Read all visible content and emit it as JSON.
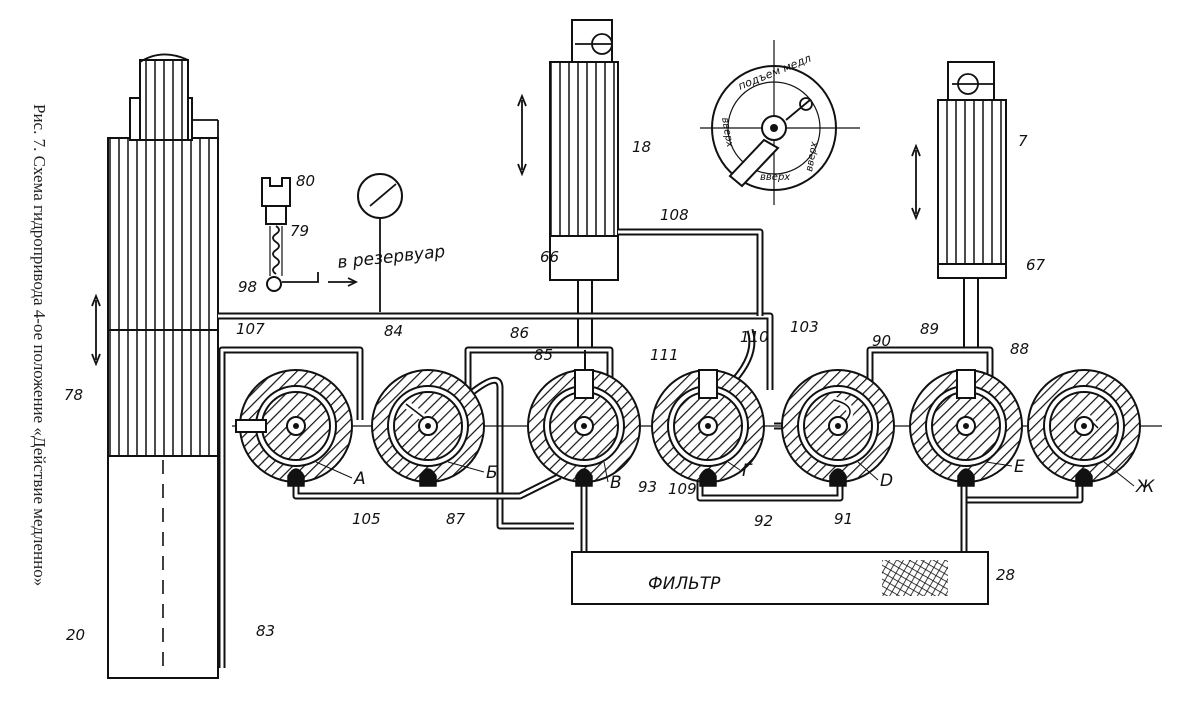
{
  "caption": "Рис. 7. Схема гидропривода 4-ое положение «Действие медленно»",
  "reservoir_text": "в резервуар",
  "filter_text": "ФИЛЬТР",
  "valves": [
    {
      "letter": "А",
      "rotor": "port-left"
    },
    {
      "letter": "Б",
      "rotor": "notch-diag"
    },
    {
      "letter": "В",
      "rotor": "port-top"
    },
    {
      "letter": "Г",
      "rotor": "port-top-ports"
    },
    {
      "letter": "D",
      "rotor": "notch-curve"
    },
    {
      "letter": "Е",
      "rotor": "port-top"
    },
    {
      "letter": "Ж",
      "rotor": "port-right"
    }
  ],
  "labels": {
    "n80": "80",
    "n79": "79",
    "n98": "98",
    "n107": "107",
    "n78": "78",
    "n84": "84",
    "n86": "86",
    "n85": "85",
    "n111": "111",
    "n110": "110",
    "n103": "103",
    "n90": "90",
    "n89": "89",
    "n88": "88",
    "n18": "18",
    "n108": "108",
    "n66": "66",
    "n7": "7",
    "n67": "67",
    "n105": "105",
    "n87": "87",
    "n93": "93",
    "n109": "109",
    "n92": "92",
    "n91": "91",
    "n28": "28",
    "n20": "20",
    "n83": "83"
  },
  "dial_text": {
    "upper": "подъем медл",
    "right": "вверх",
    "left": "вверх",
    "lower": "вверх"
  }
}
